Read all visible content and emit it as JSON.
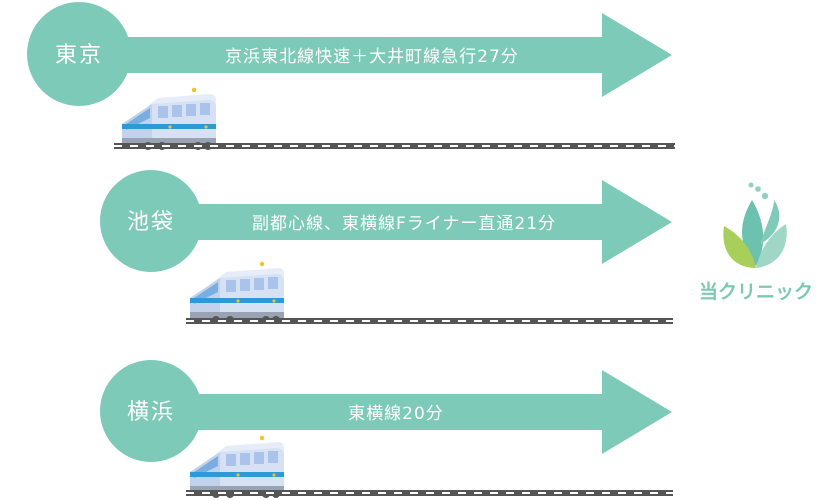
{
  "colors": {
    "arrow": "#7ecab8",
    "text_on_arrow": "#ffffff",
    "rail": "#555555",
    "clinic_green": "#7cc9b2",
    "train_body": "#d7e2f5",
    "train_stripe": "#2d9ad6"
  },
  "routes": [
    {
      "station": "東京",
      "route": "京浜東北線快速＋大井町線急行27分"
    },
    {
      "station": "池袋",
      "route": "副都心線、東横線Fライナー直通21分"
    },
    {
      "station": "横浜",
      "route": "東横線20分"
    }
  ],
  "clinic": {
    "name": "当クリニック",
    "logo_icon": "leaf-logo-icon"
  }
}
